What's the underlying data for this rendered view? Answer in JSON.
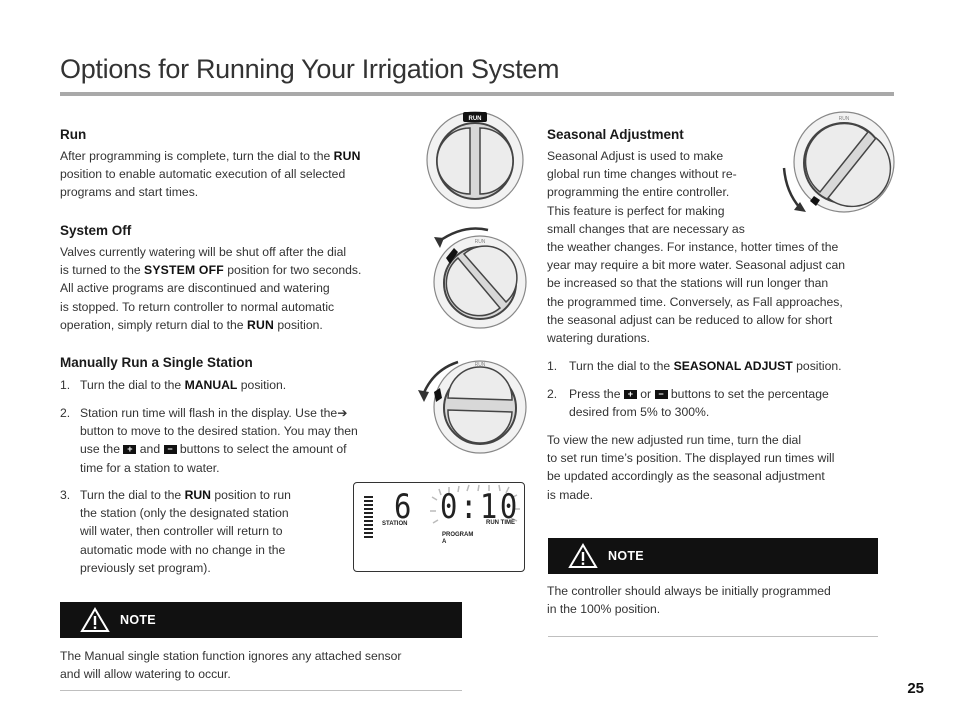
{
  "page": {
    "title": "Options for Running Your Irrigation System",
    "number": "25"
  },
  "run": {
    "heading": "Run",
    "text_1": "After programming is complete, turn the dial to the ",
    "kw": "RUN",
    "text_2": "position to enable automatic execution of all selected",
    "text_3": "programs and start times."
  },
  "system_off": {
    "heading": "System Off",
    "l1": "Valves currently watering will be shut off after the dial",
    "l2a": "is turned to the ",
    "l2kw": "SYSTEM OFF",
    "l2b": " position for two seconds.",
    "l3": "All active programs are discontinued and watering",
    "l4": "is stopped. To return controller to normal automatic",
    "l5a": "operation, simply return dial to the ",
    "l5kw": "RUN",
    "l5b": " position."
  },
  "manual": {
    "heading": "Manually Run a Single Station",
    "s1_num": "1.",
    "s1a": "Turn the dial to the ",
    "s1kw": "MANUAL",
    "s1b": " position.",
    "s2_num": "2.",
    "s2_l1": "Station run time will flash in the display. Use the",
    "s2_arrow": "➔",
    "s2_l2": "button to move to the desired station. You may then",
    "s2_l3a": "use the",
    "s2_l3and": "and",
    "s2_l3b": "buttons to select the amount of",
    "s2_l4": "time for a station to water.",
    "s3_num": "3.",
    "s3_l1a": "Turn the dial to the ",
    "s3_l1kw": "RUN",
    "s3_l1b": " position to run",
    "s3_l2": "the station (only the designated station",
    "s3_l3": "will water, then controller will return to",
    "s3_l4": "automatic mode with no change in the",
    "s3_l5": "previously set program)."
  },
  "note_left": {
    "label": "NOTE",
    "l1": "The Manual single station function ignores any attached sensor",
    "l2": "and will allow watering to occur."
  },
  "seasonal": {
    "heading": "Seasonal Adjustment",
    "l1": "Seasonal Adjust is used to make",
    "l2": "global run time changes without re-",
    "l3": "programming the entire controller.",
    "l4": "This feature is perfect for making",
    "l5": "small changes that are necessary as",
    "l6": "the weather changes. For instance, hotter times of the",
    "l7": "year may require a bit more water. Seasonal adjust can",
    "l8": "be increased so that the stations will run longer than",
    "l9": "the programmed time. Conversely, as Fall approaches,",
    "l10": "the seasonal adjust can be reduced to allow for short",
    "l11": "watering durations.",
    "s1_num": "1.",
    "s1a": "Turn the dial to the ",
    "s1kw": "SEASONAL ADJUST",
    "s1b": " position.",
    "s2_num": "2.",
    "s2a": "Press the",
    "s2or": "or",
    "s2b": "buttons to set the percentage",
    "s2_l2": "desired from 5% to 300%.",
    "v1": "To view the new adjusted run time, turn the dial",
    "v2": "to set run time’s position. The displayed run times will",
    "v3": "be updated accordingly as the seasonal adjustment",
    "v4": "is made."
  },
  "note_right": {
    "label": "NOTE",
    "l1": "The controller should always be initially programmed",
    "l2": "in the 100% position."
  },
  "dial": {
    "run_label": "RUN"
  },
  "lcd": {
    "station_digit": "6",
    "time": "0:10",
    "station_label": "STATION",
    "runtime_label": "RUN TIME",
    "program_label": "PROGRAM",
    "program_value": "A"
  },
  "buttons": {
    "plus": "+",
    "minus": "−"
  }
}
